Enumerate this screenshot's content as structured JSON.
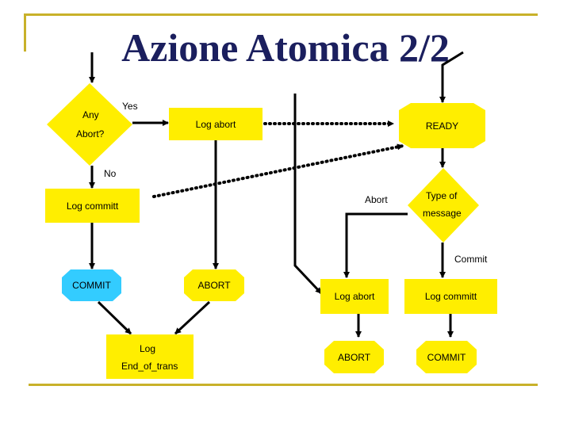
{
  "slide": {
    "title": "Azione Atomica 2/2"
  },
  "colors": {
    "node_fill": "#ffee00",
    "frame": "#c8b12a",
    "title": "#1b1f5e",
    "node_commit_fill": "#33ccff",
    "arrow": "#000000"
  },
  "nodes": {
    "any_abort": {
      "line1": "Any",
      "line2": "Abort?"
    },
    "ready": "READY",
    "log_abort_top": "Log abort",
    "log_commit_left": "Log committ",
    "type_of_message": {
      "line1": "Type of",
      "line2": "message"
    },
    "commit_left": "COMMIT",
    "abort_mid": "ABORT",
    "log_end": {
      "line1": "Log",
      "line2": "End_of_trans"
    },
    "log_abort_right": "Log abort",
    "log_commit_right": "Log committ",
    "abort_right": "ABORT",
    "commit_right": "COMMIT"
  },
  "edge_labels": {
    "yes": "Yes",
    "no": "No",
    "abort": "Abort",
    "commit": "Commit"
  }
}
